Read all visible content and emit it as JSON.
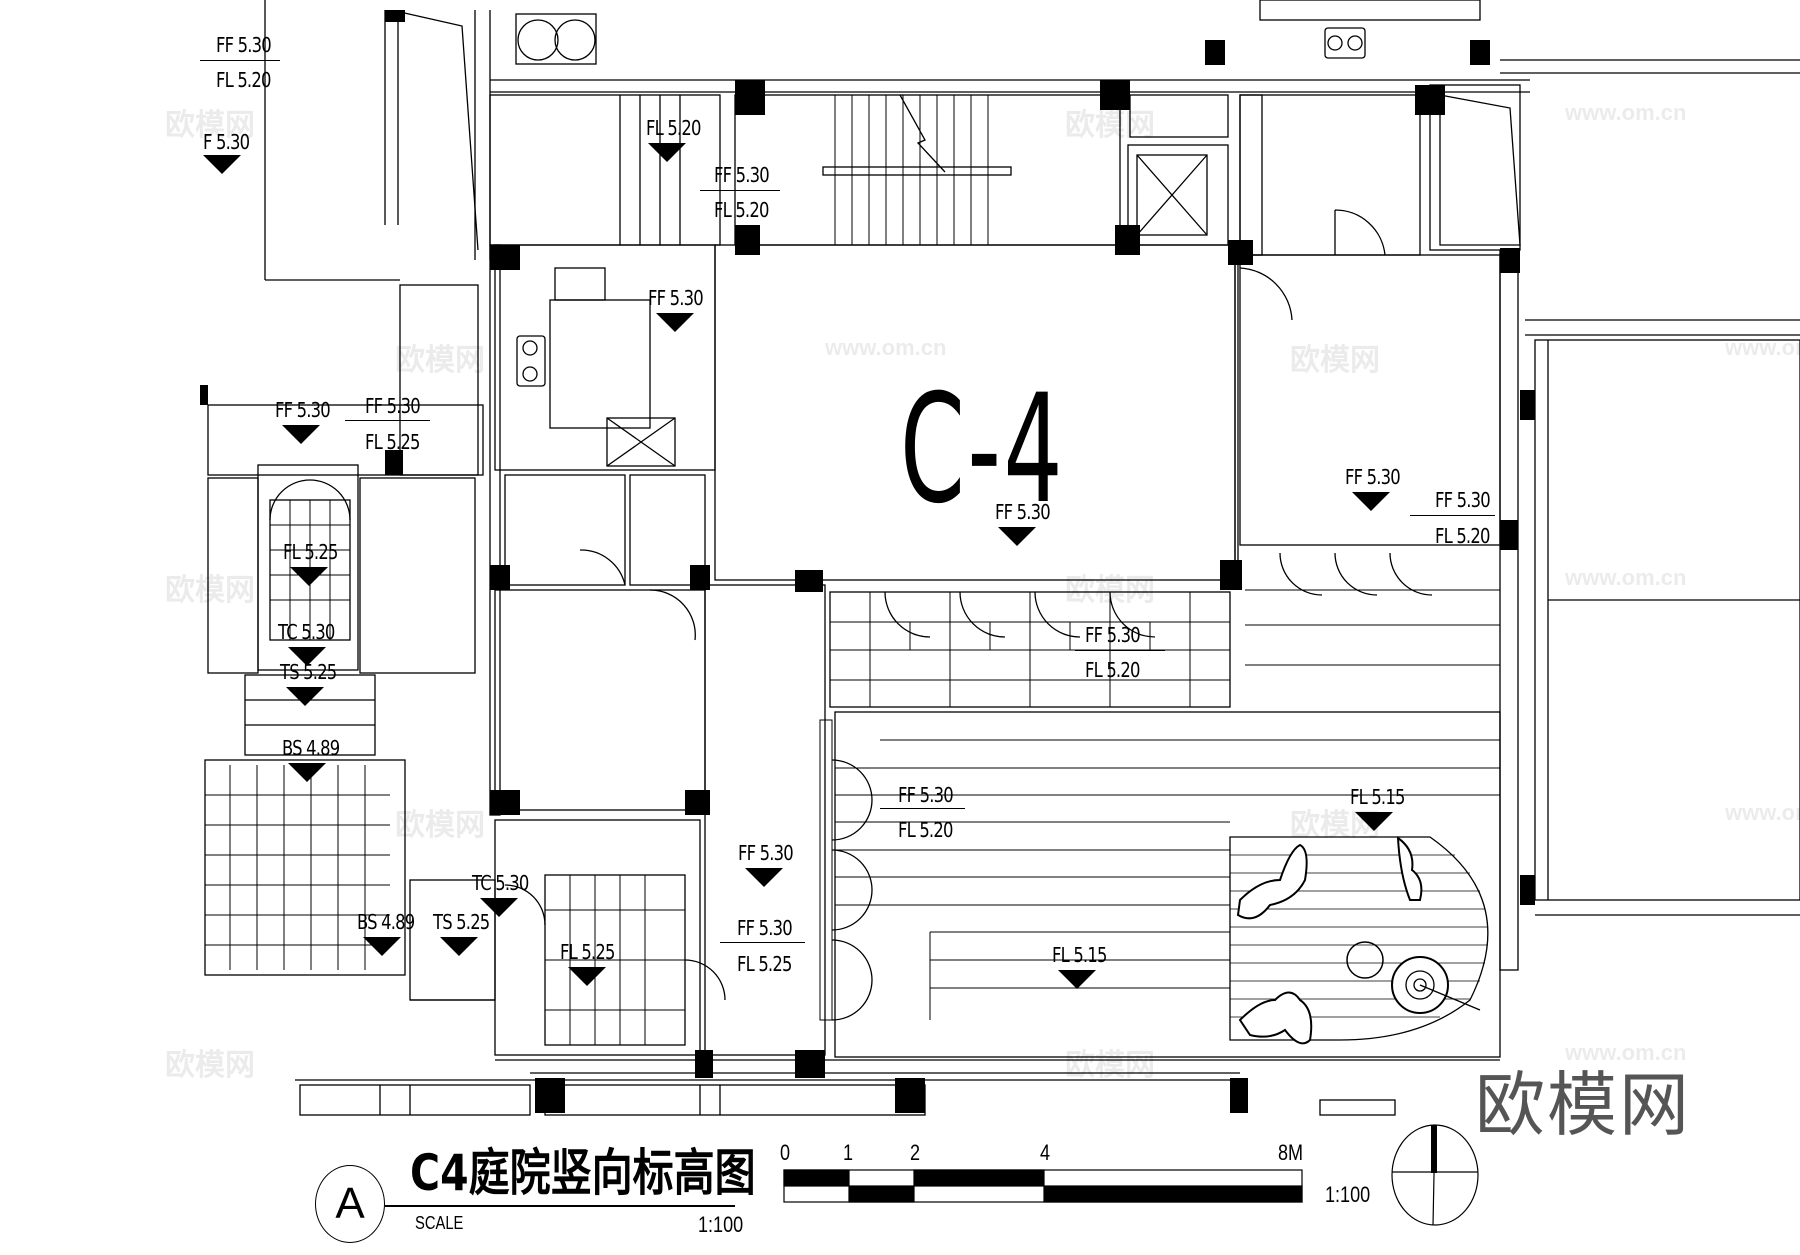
{
  "drawing": {
    "unit_label": "C-4",
    "title_marker": "A",
    "title": "C4庭院竖向标高图",
    "scale_word": "SCALE",
    "scale_value": "1:100"
  },
  "scale_bar": {
    "ticks": [
      "0",
      "1",
      "2",
      "4",
      "8M"
    ],
    "ratio": "1:100"
  },
  "watermark": {
    "brand": "欧模网",
    "url": "www.om.cn"
  },
  "elevation_markers": [
    {
      "id": "m1",
      "lines": [
        "FF 5.30",
        "FL 5.20"
      ],
      "type": "leader"
    },
    {
      "id": "m2",
      "lines": [
        "F 5.30"
      ],
      "type": "triangle"
    },
    {
      "id": "m3",
      "lines": [
        "FL 5.20"
      ],
      "type": "triangle"
    },
    {
      "id": "m4",
      "lines": [
        "FF 5.30",
        "FL 5.20"
      ],
      "type": "leader"
    },
    {
      "id": "m5",
      "lines": [
        "FF 5.30"
      ],
      "type": "triangle"
    },
    {
      "id": "m6",
      "lines": [
        "FF 5.30"
      ],
      "type": "triangle"
    },
    {
      "id": "m7",
      "lines": [
        "FF 5.30",
        "FL 5.25"
      ],
      "type": "leader"
    },
    {
      "id": "m8",
      "lines": [
        "FL 5.25"
      ],
      "type": "triangle"
    },
    {
      "id": "m9",
      "lines": [
        "TC 5.30"
      ],
      "type": "triangle"
    },
    {
      "id": "m10",
      "lines": [
        "TS 5.25"
      ],
      "type": "triangle"
    },
    {
      "id": "m11",
      "lines": [
        "BS 4.89"
      ],
      "type": "triangle"
    },
    {
      "id": "m12",
      "lines": [
        "FF 5.30"
      ],
      "type": "triangle"
    },
    {
      "id": "m13",
      "lines": [
        "FF 5.30"
      ],
      "type": "triangle"
    },
    {
      "id": "m14",
      "lines": [
        "FF 5.30",
        "FL 5.20"
      ],
      "type": "leader"
    },
    {
      "id": "m15",
      "lines": [
        "FF 5.30",
        "FL 5.20"
      ],
      "type": "leader"
    },
    {
      "id": "m16",
      "lines": [
        "FF 5.30"
      ],
      "type": "triangle"
    },
    {
      "id": "m17",
      "lines": [
        "FF 5.30",
        "FL 5.20"
      ],
      "type": "leader"
    },
    {
      "id": "m18",
      "lines": [
        "FL 5.15"
      ],
      "type": "triangle"
    },
    {
      "id": "m19",
      "lines": [
        "TC 5.30"
      ],
      "type": "triangle"
    },
    {
      "id": "m20",
      "lines": [
        "BS 4.89"
      ],
      "type": "triangle"
    },
    {
      "id": "m21",
      "lines": [
        "TS 5.25"
      ],
      "type": "triangle"
    },
    {
      "id": "m22",
      "lines": [
        "FL 5.25"
      ],
      "type": "triangle"
    },
    {
      "id": "m23",
      "lines": [
        "FF 5.30",
        "FL 5.25"
      ],
      "type": "leader"
    },
    {
      "id": "m24",
      "lines": [
        "FL 5.15"
      ],
      "type": "triangle"
    }
  ]
}
